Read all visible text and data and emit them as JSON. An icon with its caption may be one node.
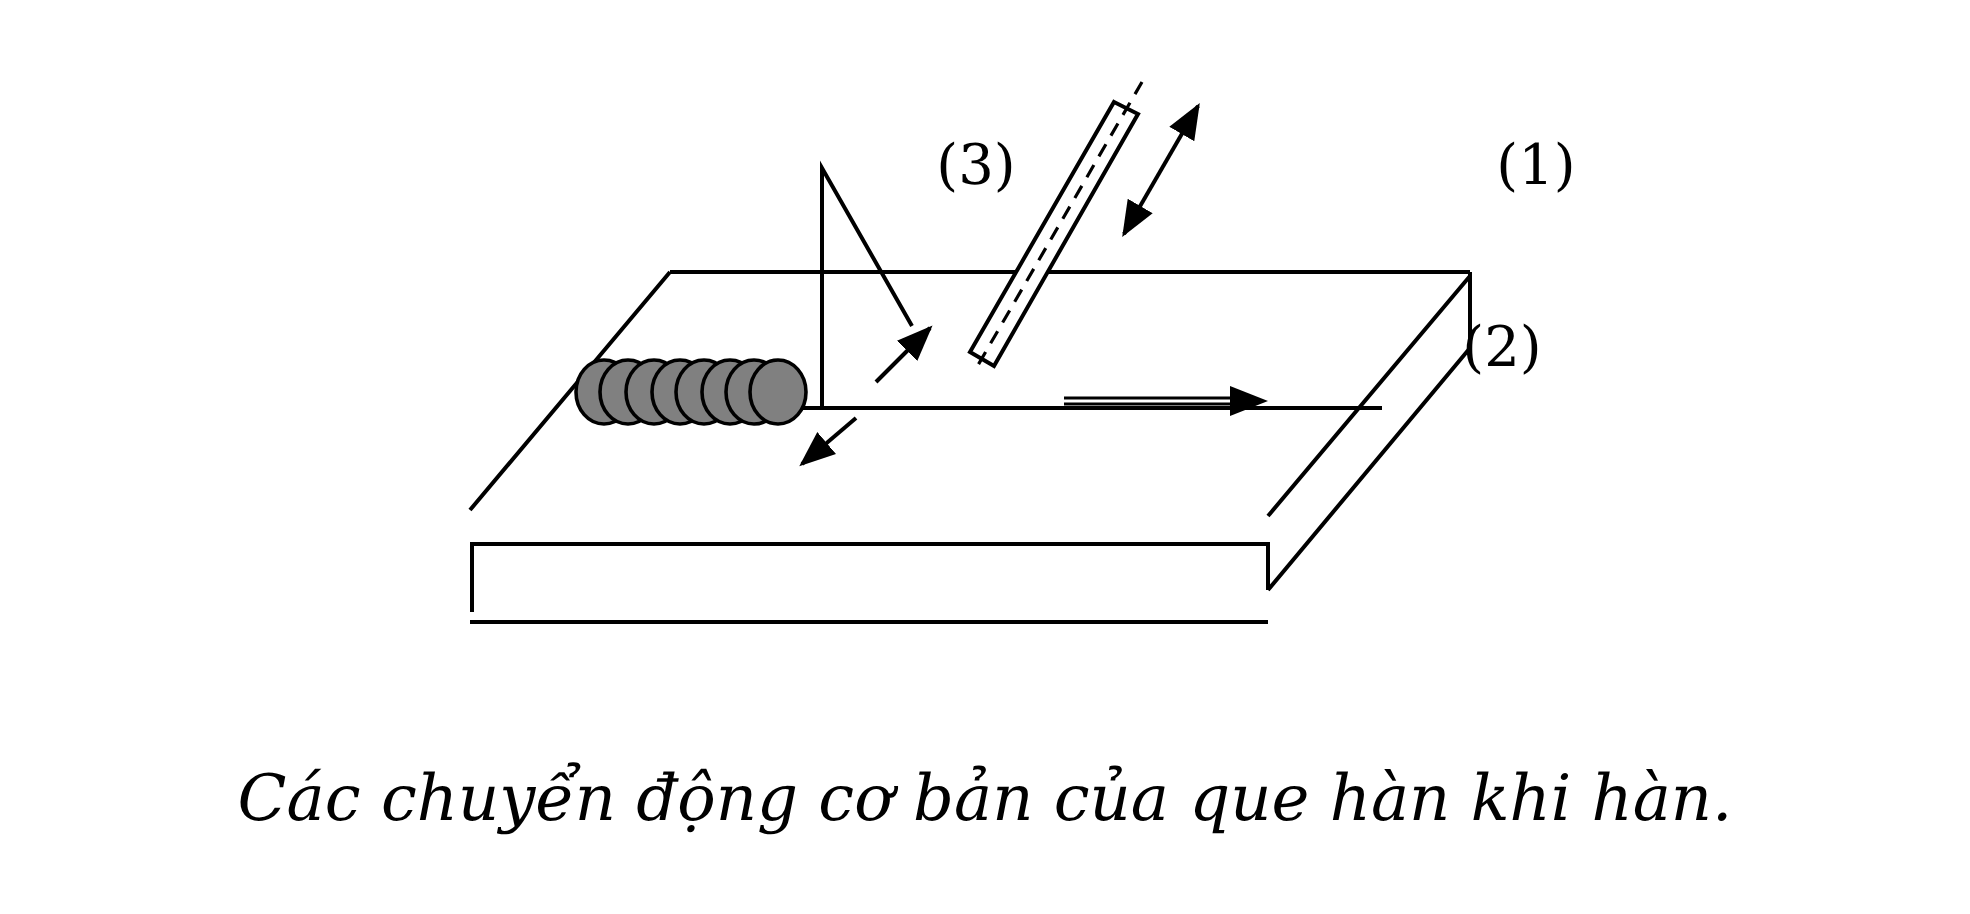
{
  "diagram": {
    "caption": "Các chuyển động cơ bản của que hàn khi hàn.",
    "labels": [
      "(3)",
      "(1)",
      "(2)"
    ]
  }
}
